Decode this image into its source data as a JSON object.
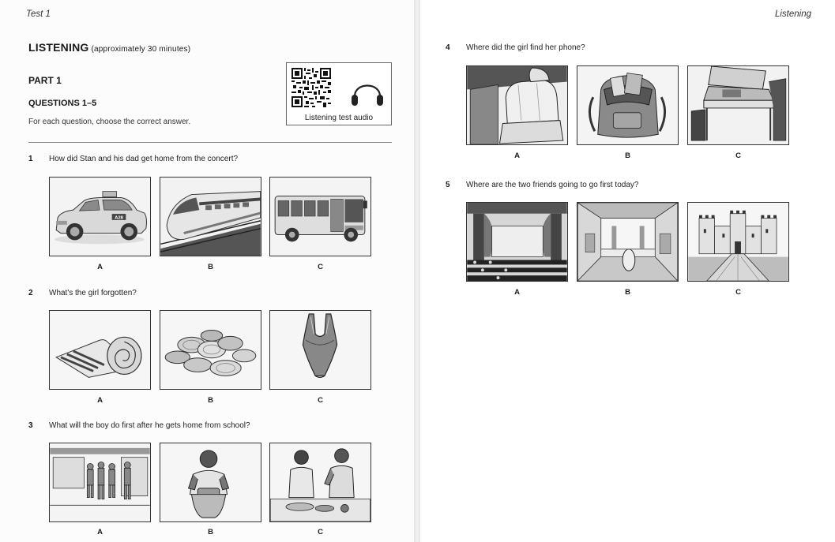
{
  "running_heads": {
    "left": "Test 1",
    "right": "Listening"
  },
  "listening": {
    "title": "LISTENING",
    "duration": "(approximately 30 minutes)"
  },
  "part": "PART 1",
  "questions_range": "QUESTIONS 1–5",
  "instruction": "For each question, choose the correct answer.",
  "audio": {
    "label": "Listening test audio",
    "icons": [
      "qr-code-icon",
      "headphones-icon"
    ]
  },
  "taxi_sign": "A28",
  "questions": [
    {
      "number": "1",
      "text": "How did Stan and his dad get home from the concert?",
      "options": [
        "A",
        "B",
        "C"
      ],
      "pictures": [
        "taxi",
        "high-speed-train",
        "bus"
      ]
    },
    {
      "number": "2",
      "text": "What's the girl forgotten?",
      "options": [
        "A",
        "B",
        "C"
      ],
      "pictures": [
        "rolled-towel",
        "coins",
        "swimsuit"
      ]
    },
    {
      "number": "3",
      "text": "What will the boy do first after he gets home from school?",
      "options": [
        "A",
        "B",
        "C"
      ],
      "pictures": [
        "people-queueing-at-shop",
        "boy-playing-game",
        "boys-preparing-food"
      ]
    },
    {
      "number": "4",
      "text": "Where did the girl find her phone?",
      "options": [
        "A",
        "B",
        "C"
      ],
      "pictures": [
        "car-seat",
        "open-backpack",
        "school-desk"
      ]
    },
    {
      "number": "5",
      "text": "Where are the two friends going to go first today?",
      "options": [
        "A",
        "B",
        "C"
      ],
      "pictures": [
        "theatre",
        "museum",
        "castle"
      ]
    }
  ]
}
